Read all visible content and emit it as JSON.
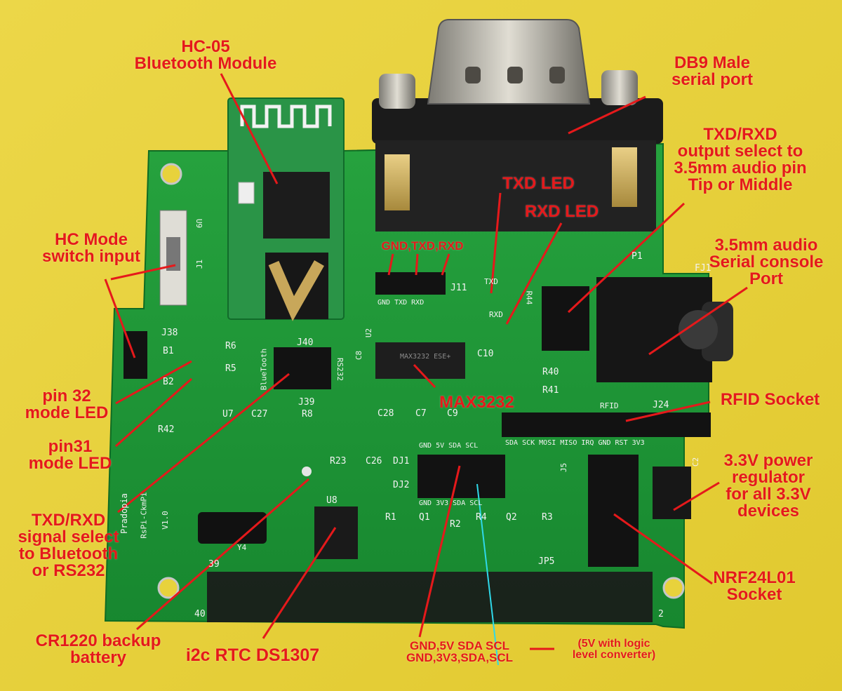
{
  "colors": {
    "background": "#e8d23c",
    "pcb": "#1f9a3a",
    "label": "#e5191b",
    "silkscreen": "#f2f2f2"
  },
  "labels": {
    "hc05": [
      "HC-05",
      "Bluetooth Module"
    ],
    "db9": [
      "DB9 Male",
      "serial port"
    ],
    "txd_rxd_output": [
      "TXD/RXD",
      "output select  to",
      "3.5mm audio pin",
      "Tip or Middle"
    ],
    "txd_led": "TXD LED",
    "rxd_led": "RXD LED",
    "gnd_txd_rxd": "GND,TXD,RXD",
    "hc_mode": [
      "HC Mode",
      "switch input"
    ],
    "audio_port": [
      "3.5mm audio",
      "Serial console",
      "Port"
    ],
    "pin32": [
      "pin 32",
      "mode LED"
    ],
    "pin31": [
      "pin31",
      "mode LED"
    ],
    "max3232": "MAX3232",
    "rfid": "RFID Socket",
    "power_reg": [
      "3.3V power",
      "regulator",
      "for all 3.3V",
      "devices"
    ],
    "signal_select": [
      "TXD/RXD",
      "signal select",
      "to Bluetooth",
      "or RS232"
    ],
    "nrf": [
      "NRF24L01",
      "Socket"
    ],
    "cr1220": [
      "CR1220 backup",
      "battery"
    ],
    "rtc": "i2c RTC DS1307",
    "i2c_pins": [
      "GND,5V SDA SCL",
      "GND,3V3,SDA,SCL"
    ],
    "logic_level": [
      "(5V with logic",
      "level converter)"
    ]
  },
  "silkscreen": {
    "u9": "U9",
    "j1": "J1",
    "j38": "J38",
    "b1": "B1",
    "b2": "B2",
    "r6": "R6",
    "r5": "R5",
    "j40": "J40",
    "j39": "J39",
    "rs232": "RS232",
    "bluetooth": "BlueTooth",
    "u7": "U7",
    "c27": "C27",
    "r8": "R8",
    "r42": "R42",
    "c8": "C8",
    "u2": "U2",
    "j11": "J11",
    "gnd_txd_rxd_small": "GND TXD RXD",
    "txd": "TXD",
    "rxd": "RXD",
    "r44": "R44",
    "fj1": "FJ1",
    "p1": "P1",
    "c10": "C10",
    "r40": "R40",
    "r41": "R41",
    "c28": "C28",
    "c7": "C7",
    "c9": "C9",
    "j24": "J24",
    "rfid_small": "RFID",
    "rfid_pins": "SDA  SCK MOSI MISO IRQ GND RST 3V3",
    "dj1": "DJ1",
    "dj2": "DJ2",
    "dj_top": "GND  5V  SDA  SCL",
    "dj_bottom": "GND 3V3 SDA  SCL",
    "r23": "R23",
    "c26": "C26",
    "u8": "U8",
    "r1": "R1",
    "q1": "Q1",
    "r2": "R2",
    "r4": "R4",
    "q2": "Q2",
    "r3": "R3",
    "j5": "J5",
    "jp5": "JP5",
    "c2": "C2",
    "n39": "39",
    "n40": "40",
    "n2": "2",
    "board_name": "Pradopia",
    "board_model": "RsPi-CkmPi",
    "version": "V1.0",
    "y4": "Y4",
    "chip": "MAX3232 ESE+"
  }
}
